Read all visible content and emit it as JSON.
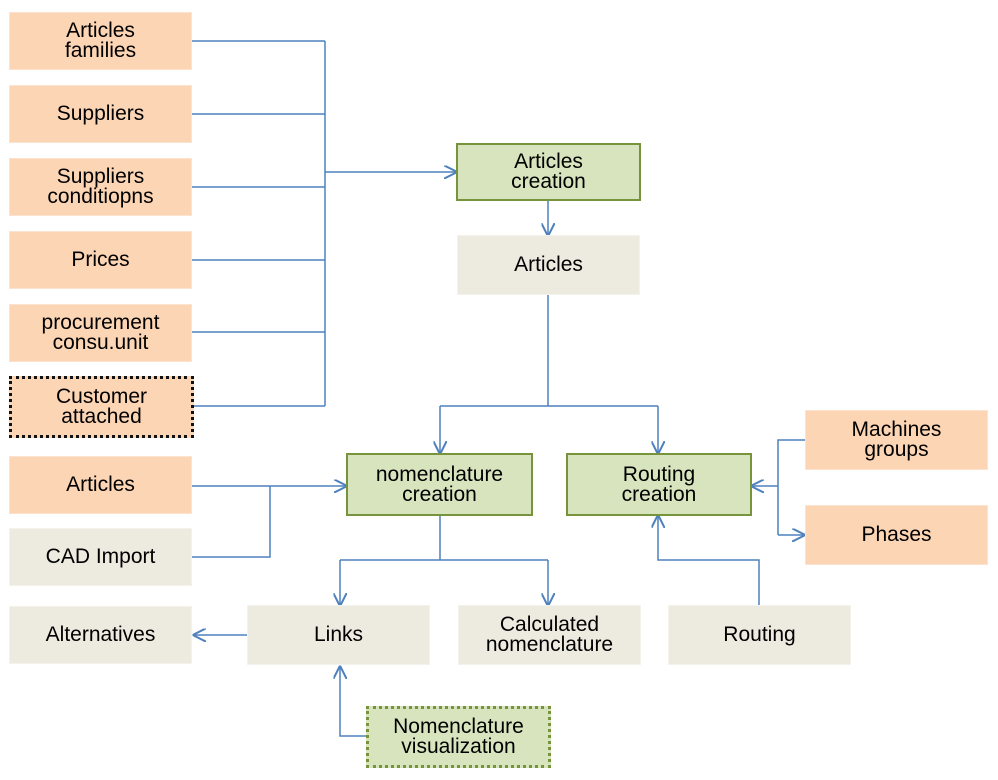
{
  "nodes": {
    "articles_families": "Articles\nfamilies",
    "suppliers": "Suppliers",
    "suppliers_conditions": "Suppliers\nconditiopns",
    "prices": "Prices",
    "procurement": "procurement\nconsu.unit",
    "customer_attached": "Customer\nattached",
    "articles_input": "Articles",
    "cad_import": "CAD Import",
    "alternatives": "Alternatives",
    "articles_creation": "Articles\ncreation",
    "articles": "Articles",
    "nomenclature_creation": "nomenclature\ncreation",
    "routing_creation": "Routing\ncreation",
    "machines_groups": "Machines\ngroups",
    "phases": "Phases",
    "links": "Links",
    "calculated_nomenclature": "Calculated\nnomenclature",
    "routing": "Routing",
    "nomenclature_visualization": "Nomenclature\nvisualization"
  },
  "colors": {
    "input_fill": "#fcd5b4",
    "process_fill": "#d7e4bd",
    "process_border": "#77933c",
    "entity_fill": "#edeae0",
    "connector": "#4f81bd"
  }
}
